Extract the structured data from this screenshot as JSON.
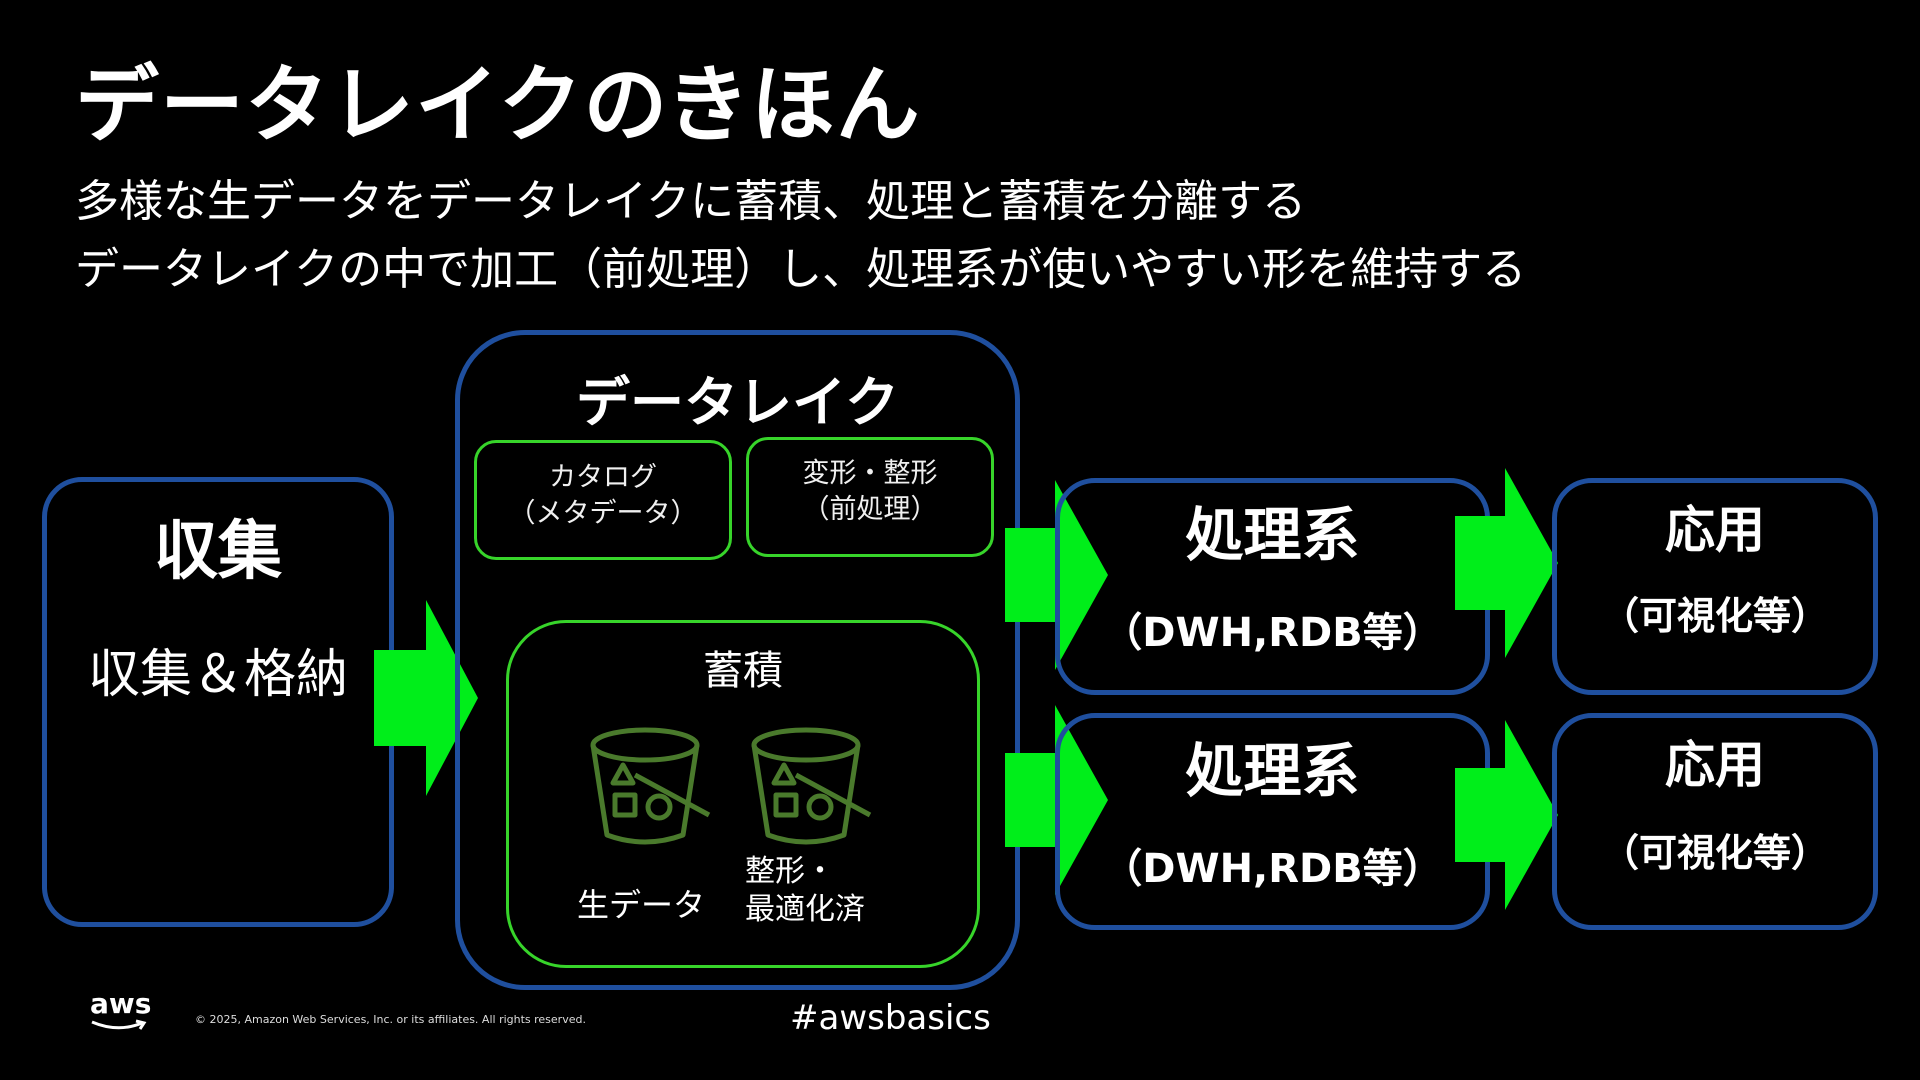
{
  "slide": {
    "title": "データレイクのきほん",
    "subtitle_lines": [
      "多様な生データをデータレイクに蓄積、処理と蓄積を分離する",
      "データレイクの中で加工（前処理）し、処理系が使いやすい形を維持する"
    ]
  },
  "diagram": {
    "collect": {
      "title": "収集",
      "description": "収集＆格納"
    },
    "datalake": {
      "title": "データレイク",
      "catalog": {
        "line1": "カタログ",
        "line2": "（メタデータ）"
      },
      "transform": {
        "line1": "変形・整形",
        "line2": "（前処理）"
      },
      "storage": {
        "title": "蓄積",
        "raw_label": "生データ",
        "optimized_line1": "整形・",
        "optimized_line2": "最適化済"
      }
    },
    "processing": [
      {
        "title": "処理系",
        "subtitle": "（DWH,RDB等）"
      },
      {
        "title": "処理系",
        "subtitle": "（DWH,RDB等）"
      }
    ],
    "applications": [
      {
        "title": "応用",
        "subtitle": "（可視化等）"
      },
      {
        "title": "応用",
        "subtitle": "（可視化等）"
      }
    ],
    "colors": {
      "box_border": "#1f4f9e",
      "inner_border": "#37d42a",
      "arrow": "#00ee1a",
      "bucket": "#4a7a2c"
    },
    "icons": [
      "bucket-icon",
      "bucket-icon",
      "right-arrow-icon",
      "aws-logo"
    ]
  },
  "footer": {
    "logo_text": "aws",
    "copyright": "© 2025, Amazon Web Services, Inc. or its affiliates. All rights reserved.",
    "hashtag": "#awsbasics"
  }
}
